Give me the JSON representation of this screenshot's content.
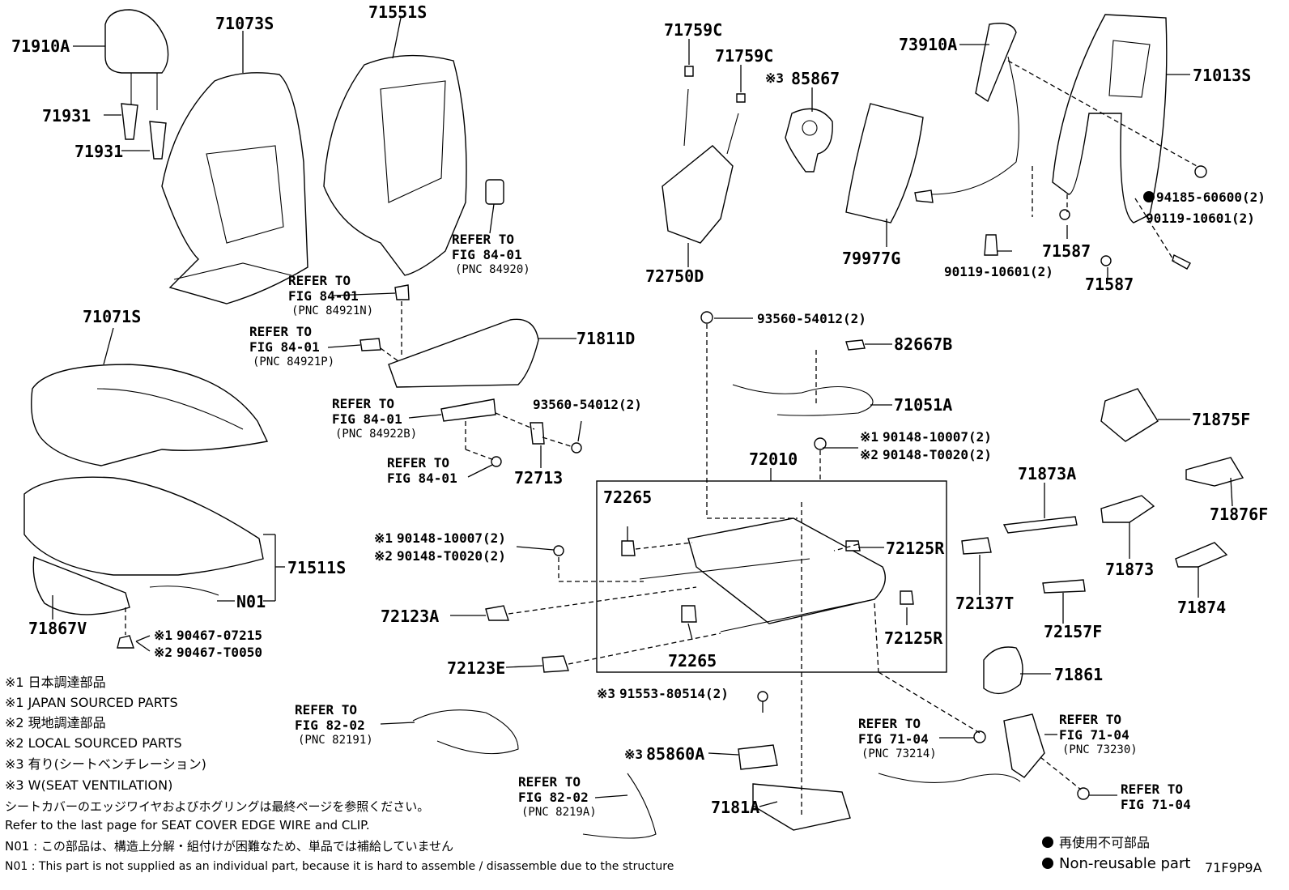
{
  "part_numbers": {
    "p71910A": "71910A",
    "p71073S": "71073S",
    "p71551S": "71551S",
    "p71931a": "71931",
    "p71931b": "71931",
    "p71759Ca": "71759C",
    "p71759Cb": "71759C",
    "p85867": "85867",
    "p73910A": "73910A",
    "p71013S": "71013S",
    "p94185": "94185-60600(2)",
    "p90119a": "90119-10601(2)",
    "p90119b": "90119-10601(2)",
    "p71587a": "71587",
    "p71587b": "71587",
    "p72750D": "72750D",
    "p79977G": "79977G",
    "p71071S": "71071S",
    "p71811D": "71811D",
    "p93560a": "93560-54012(2)",
    "p93560b": "93560-54012(2)",
    "p82667B": "82667B",
    "p71051A": "71051A",
    "p90148_10007a": "90148-10007(2)",
    "p90148_T0020a": "90148-T0020(2)",
    "p90148_10007b": "90148-10007(2)",
    "p90148_T0020b": "90148-T0020(2)",
    "p72713": "72713",
    "p72010": "72010",
    "p72265a": "72265",
    "p72265b": "72265",
    "p72125Ra": "72125R",
    "p72125Rb": "72125R",
    "p72123A": "72123A",
    "p72123E": "72123E",
    "p71511S": "71511S",
    "pN01": "N01",
    "p71867V": "71867V",
    "p90467_07215": "90467-07215",
    "p90467_T0050": "90467-T0050",
    "p71875F": "71875F",
    "p71873A": "71873A",
    "p71876F": "71876F",
    "p71873": "71873",
    "p71874": "71874",
    "p72137T": "72137T",
    "p72157F": "72157F",
    "p71861": "71861",
    "p91553": "91553-80514(2)",
    "p85860A": "85860A",
    "p7181A": "7181A"
  },
  "references": {
    "r1_l1": "REFER TO",
    "r1_l2": "FIG 84-01",
    "r1_l3": "(PNC 84920)",
    "r2_l1": "REFER TO",
    "r2_l2": "FIG 84-01",
    "r2_l3": "(PNC 84921N)",
    "r3_l1": "REFER TO",
    "r3_l2": "FIG 84-01",
    "r3_l3": "(PNC 84921P)",
    "r4_l1": "REFER TO",
    "r4_l2": "FIG 84-01",
    "r4_l3": "(PNC 84922B)",
    "r5_l1": "REFER TO",
    "r5_l2": "FIG 84-01",
    "r6_l1": "REFER TO",
    "r6_l2": "FIG 82-02",
    "r6_l3": "(PNC 82191)",
    "r7_l1": "REFER TO",
    "r7_l2": "FIG 82-02",
    "r7_l3": "(PNC 8219A)",
    "r8_l1": "REFER TO",
    "r8_l2": "FIG 71-04",
    "r8_l3": "(PNC 73214)",
    "r9_l1": "REFER TO",
    "r9_l2": "FIG 71-04",
    "r9_l3": "(PNC 73230)",
    "r10_l1": "REFER TO",
    "r10_l2": "FIG 71-04"
  },
  "marks": {
    "m1": "※1",
    "m2": "※2",
    "m3": "※3"
  },
  "notes": {
    "n1": "※1  日本調達部品",
    "n2": "※1  JAPAN SOURCED PARTS",
    "n3": "※2  現地調達部品",
    "n4": "※2  LOCAL SOURCED PARTS",
    "n5": "※3  有り(シートベンチレーション)",
    "n6": "※3  W(SEAT VENTILATION)",
    "n7": "シートカバーのエッジワイヤおよびホグリングは最終ページを参照ください。",
    "n8": "Refer to the last page for SEAT COVER EDGE WIRE and CLIP.",
    "n9": "N01 : この部品は、構造上分解・組付けが困難なため、単品では補給していません",
    "n10": "N01 : This part is not supplied as an individual part, because it is hard to assemble / disassemble due to the structure"
  },
  "legend": {
    "jp": "再使用不可部品",
    "en": "Non-reusable part"
  },
  "figure_code": "71F9P9A"
}
